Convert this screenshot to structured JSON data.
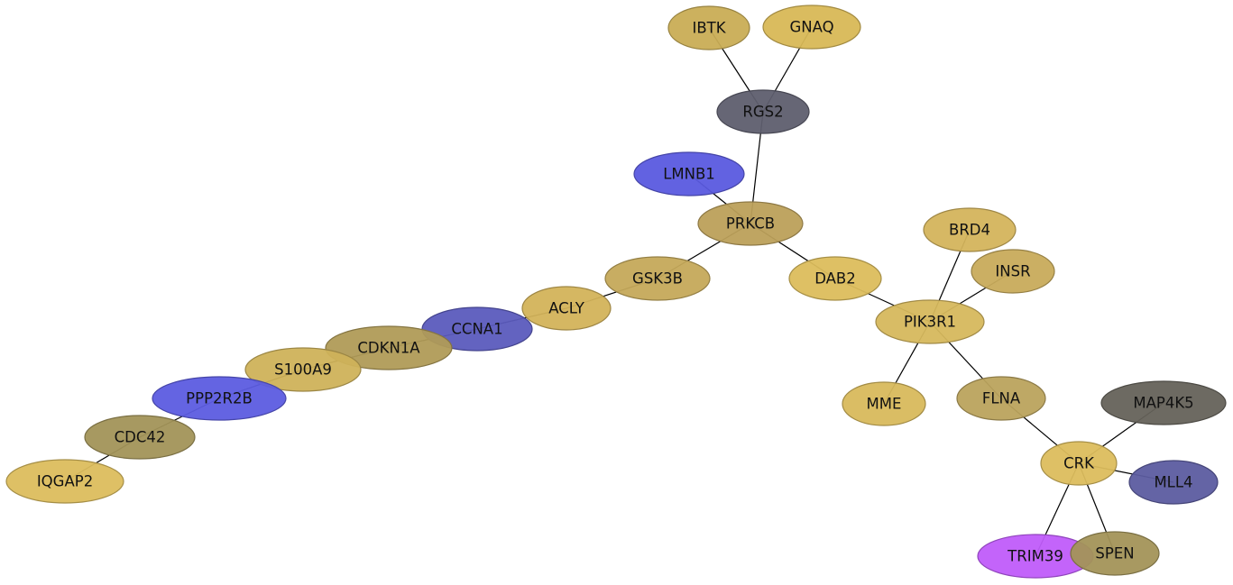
{
  "nodes": [
    {
      "id": "IBTK",
      "label": "IBTK",
      "color": "#c9ad55"
    },
    {
      "id": "GNAQ",
      "label": "GNAQ",
      "color": "#d8b856"
    },
    {
      "id": "RGS2",
      "label": "RGS2",
      "color": "#5e5e6e"
    },
    {
      "id": "LMNB1",
      "label": "LMNB1",
      "color": "#5a5adf"
    },
    {
      "id": "PRKCB",
      "label": "PRKCB",
      "color": "#bca05a"
    },
    {
      "id": "GSK3B",
      "label": "GSK3B",
      "color": "#c5a95a"
    },
    {
      "id": "DAB2",
      "label": "DAB2",
      "color": "#dcbd5c"
    },
    {
      "id": "BRD4",
      "label": "BRD4",
      "color": "#d4b45c"
    },
    {
      "id": "INSR",
      "label": "INSR",
      "color": "#c8ab5b"
    },
    {
      "id": "PIK3R1",
      "label": "PIK3R1",
      "color": "#d6b85d"
    },
    {
      "id": "ACLY",
      "label": "ACLY",
      "color": "#d3b35a"
    },
    {
      "id": "CCNA1",
      "label": "CCNA1",
      "color": "#5b5bbd"
    },
    {
      "id": "CDKN1A",
      "label": "CDKN1A",
      "color": "#b09b57"
    },
    {
      "id": "S100A9",
      "label": "S100A9",
      "color": "#cfb25a"
    },
    {
      "id": "PPP2R2B",
      "label": "PPP2R2B",
      "color": "#5c5ce0"
    },
    {
      "id": "CDC42",
      "label": "CDC42",
      "color": "#a29459"
    },
    {
      "id": "IQGAP2",
      "label": "IQGAP2",
      "color": "#dcbd5d"
    },
    {
      "id": "MME",
      "label": "MME",
      "color": "#d8b95c"
    },
    {
      "id": "FLNA",
      "label": "FLNA",
      "color": "#bba35d"
    },
    {
      "id": "MAP4K5",
      "label": "MAP4K5",
      "color": "#65625a"
    },
    {
      "id": "CRK",
      "label": "CRK",
      "color": "#dcbd5d"
    },
    {
      "id": "MLL4",
      "label": "MLL4",
      "color": "#5c5ca0"
    },
    {
      "id": "TRIM39",
      "label": "TRIM39",
      "color": "#c05cfa"
    },
    {
      "id": "SPEN",
      "label": "SPEN",
      "color": "#a39459"
    }
  ],
  "edges": [
    [
      "IBTK",
      "RGS2"
    ],
    [
      "GNAQ",
      "RGS2"
    ],
    [
      "RGS2",
      "PRKCB"
    ],
    [
      "LMNB1",
      "PRKCB"
    ],
    [
      "PRKCB",
      "GSK3B"
    ],
    [
      "PRKCB",
      "DAB2"
    ],
    [
      "GSK3B",
      "ACLY"
    ],
    [
      "ACLY",
      "CCNA1"
    ],
    [
      "CCNA1",
      "CDKN1A"
    ],
    [
      "CDKN1A",
      "S100A9"
    ],
    [
      "S100A9",
      "PPP2R2B"
    ],
    [
      "PPP2R2B",
      "CDC42"
    ],
    [
      "CDC42",
      "IQGAP2"
    ],
    [
      "DAB2",
      "PIK3R1"
    ],
    [
      "BRD4",
      "PIK3R1"
    ],
    [
      "INSR",
      "PIK3R1"
    ],
    [
      "PIK3R1",
      "MME"
    ],
    [
      "PIK3R1",
      "FLNA"
    ],
    [
      "FLNA",
      "CRK"
    ],
    [
      "MAP4K5",
      "CRK"
    ],
    [
      "CRK",
      "MLL4"
    ],
    [
      "CRK",
      "TRIM39"
    ],
    [
      "CRK",
      "SPEN"
    ]
  ]
}
